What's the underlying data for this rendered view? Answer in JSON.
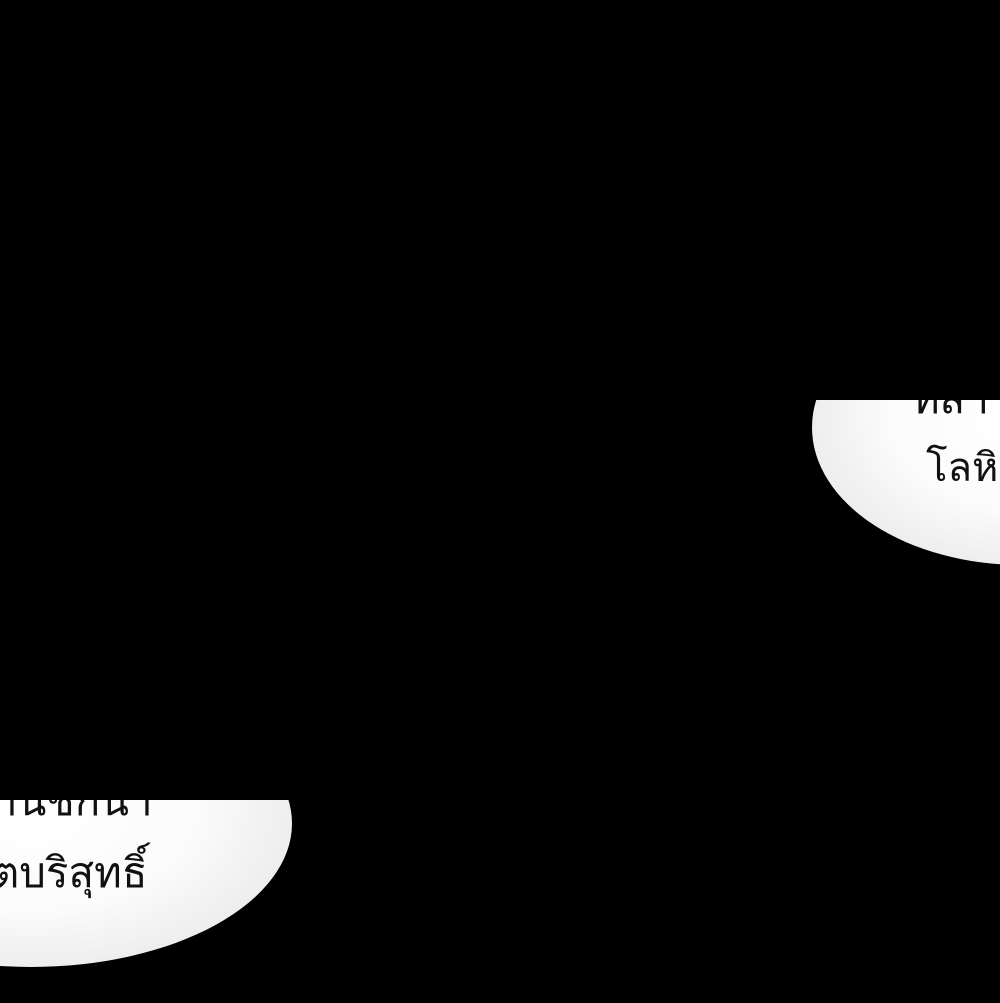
{
  "page": {
    "background_color": "#000000",
    "bubble_fill_color": "#f4f4f4",
    "text_color": "#111111"
  },
  "bubbles": {
    "right": {
      "lines": [
        "ที่สา",
        "โลหิ"
      ]
    },
    "left": {
      "lines": [
        "านชักนำ",
        "ตบริสุทธิ์"
      ]
    }
  }
}
